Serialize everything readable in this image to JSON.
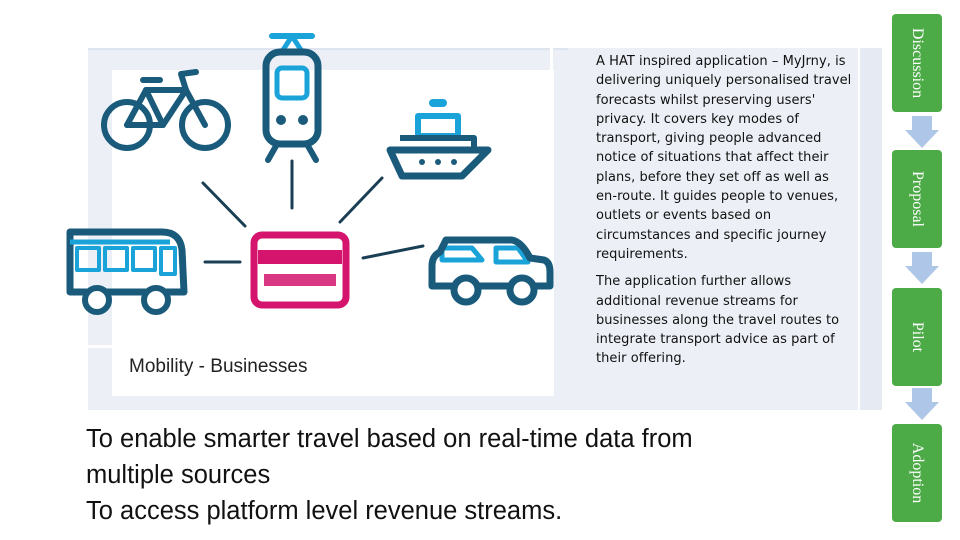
{
  "illustration": {
    "caption": "Mobility - Businesses"
  },
  "description": {
    "paragraph1": "A HAT inspired application – MyJrny, is delivering uniquely personalised travel forecasts whilst preserving users' privacy. It covers key modes of transport, giving people advanced notice of situations that affect their plans, before they set off as well as en-route. It guides people to venues, outlets or events based on circumstances and specific journey requirements.",
    "paragraph2": "The application further allows additional revenue streams for businesses along the travel routes to integrate transport advice as part of their offering."
  },
  "objectives": {
    "line1": "To enable smarter travel based on real-time data from",
    "line2": "multiple sources",
    "line3": "To access platform level revenue streams."
  },
  "process": {
    "steps": [
      "Discussion",
      "Proposal",
      "Pilot",
      "Adoption"
    ]
  },
  "colors": {
    "step_green": "#4caa47",
    "arrow_blue": "#aec6e8",
    "icon_blue": "#1a5b7c",
    "card_pink": "#d4146d",
    "accent_cyan": "#1aa3d9"
  }
}
